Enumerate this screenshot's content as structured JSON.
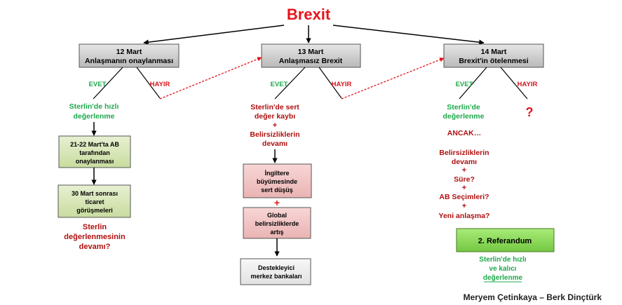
{
  "title": "Brexit",
  "credit": "Meryem Çetinkaya – Berk Dinçtürk",
  "colors": {
    "title": "#e8141c",
    "evet": "#1da84a",
    "hayir": "#d8141c",
    "dark_red": "#b01010",
    "gray_box": "#c9c9c9",
    "green_box": "#d7e6b8",
    "pink_box": "#f2c4c4",
    "ref_box": "#8fd860"
  },
  "scenarios": [
    {
      "date": "12 Mart",
      "title": "Anlaşmanın onaylanması",
      "evet": "EVET",
      "hayir": "HAYIR",
      "yes_outcome": [
        "Sterlin'de hızlı",
        "değerlenme"
      ],
      "steps": [
        [
          "21-22 Mart'ta AB",
          "tarafından",
          "onaylanması"
        ],
        [
          "30 Mart sonrası",
          "ticaret",
          "görüşmeleri"
        ]
      ],
      "question": [
        "Sterlin",
        "değerlenmesinin",
        "devamı?"
      ]
    },
    {
      "date": "13 Mart",
      "title": "Anlaşmasız Brexit",
      "evet": "EVET",
      "hayir": "HAYIR",
      "yes_outcome": [
        "Sterlin'de sert",
        "değer kaybı"
      ],
      "plus": "+",
      "uncertainty": [
        "Belirsizliklerin",
        "devamı"
      ],
      "steps": [
        [
          "İngiltere",
          "büyümesinde",
          "sert düşüş"
        ],
        [
          "Global",
          "belirsizliklerde",
          "artış"
        ],
        [
          "Destekleyici",
          "merkez bankaları"
        ]
      ],
      "step_plus": "+"
    },
    {
      "date": "14 Mart",
      "title": "Brexit'in ötelenmesi",
      "evet": "EVET",
      "hayir": "HAYIR",
      "yes_outcome": [
        "Sterlin'de",
        "değerlenme"
      ],
      "no_outcome": "?",
      "ancak": "ANCAK…",
      "risks": [
        [
          "Belirsizliklerin",
          "devamı"
        ],
        [
          "Süre?"
        ],
        [
          "AB Seçimleri?"
        ],
        [
          "Yeni anlaşma?"
        ]
      ],
      "plus": "+",
      "referendum": "2. Referandum",
      "referendum_outcome": [
        "Sterlin'de hızlı",
        "ve kalıcı",
        "değerlenme"
      ]
    }
  ]
}
